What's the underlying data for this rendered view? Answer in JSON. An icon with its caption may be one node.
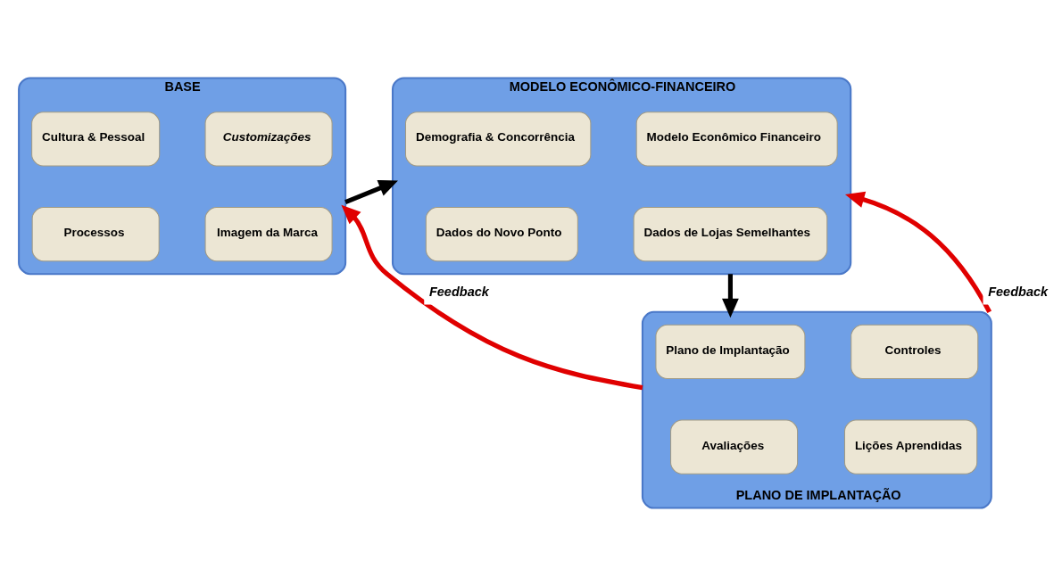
{
  "diagram": {
    "nodes": [
      {
        "text": [
          "BASE"
        ]
      },
      {
        "text": [
          "Cultura & Pessoal"
        ],
        "in": 0
      },
      {
        "text": [
          "Customizações"
        ],
        "in": 0
      },
      {
        "text": [
          "Processos"
        ],
        "in": 0
      },
      {
        "text": [
          "Imagem da Marca"
        ],
        "in": 0
      },
      {
        "text": [
          "MODELO ECONÔMICO-FINANCEIRO"
        ]
      },
      {
        "text": [
          "Demografia & Concorrência"
        ],
        "in": 5
      },
      {
        "text": [
          "Modelo Econômico Financeiro"
        ],
        "in": 5
      },
      {
        "text": [
          "Dados do Novo Ponto"
        ],
        "in": 5
      },
      {
        "text": [
          "Dados de Lojas Semelhantes"
        ],
        "in": 5
      },
      {
        "text": [
          "PLANO DE IMPLANTAÇÃO"
        ]
      },
      {
        "text": [
          "Plano de Implantação"
        ],
        "in": 10
      },
      {
        "text": [
          "Controles"
        ],
        "in": 10
      },
      {
        "text": [
          "Avaliações"
        ],
        "in": 10
      },
      {
        "text": [
          "Lições Aprendidas"
        ],
        "in": 10
      }
    ],
    "edges": [
      {
        "from": 0,
        "to": 5,
        "arrow": "to"
      },
      {
        "from": 5,
        "to": 10,
        "arrow": "to"
      },
      {
        "from": 10,
        "to": 5,
        "arrow": "to",
        "label": "Feedback",
        "color": "#e00000"
      },
      {
        "from": 10,
        "to": 0,
        "arrow": "to",
        "label": "Feedback",
        "color": "#e00000"
      }
    ]
  }
}
